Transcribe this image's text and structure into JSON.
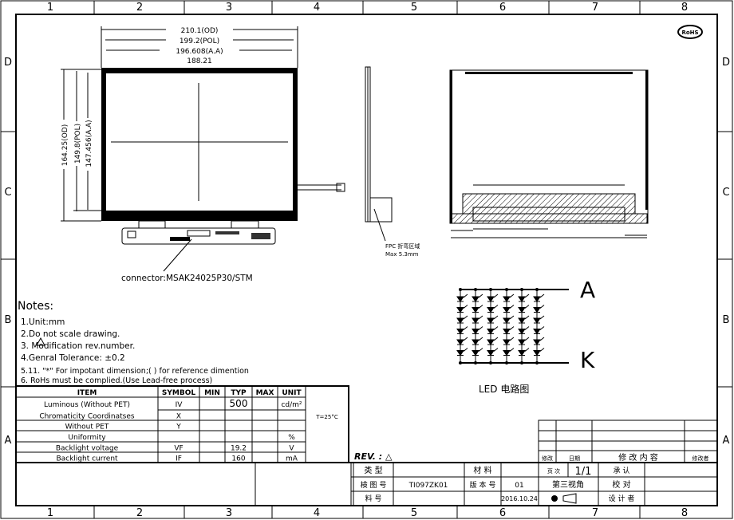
{
  "frame": {
    "columns": [
      "1",
      "2",
      "3",
      "4",
      "5",
      "6",
      "7",
      "8"
    ],
    "rows": [
      "D",
      "C",
      "B",
      "A"
    ]
  },
  "rohs_logo": "RoHS",
  "front_view": {
    "dims": {
      "width_od": "210.1(OD)",
      "width_pol": "199.2(POL)",
      "width_aa": "196.608(A.A)",
      "width_inner": "188.21",
      "height_od": "164.25(OD)",
      "height_pol": "149.8(POL)",
      "height_aa": "147.456(A.A)"
    },
    "connector_label": "connector:MSAK24025P30/STM"
  },
  "side_view": {
    "fpc_label_1": "FPC 折弯区域",
    "fpc_label_2": "Max 5.3mm"
  },
  "led_circuit": {
    "columns": 6,
    "leds_per_column": 6,
    "anode_label": "A",
    "cathode_label": "K",
    "caption": "LED 电路图"
  },
  "notes": {
    "title": "Notes:",
    "items": [
      "1.Unit:mm",
      "2.Do not scale drawing.",
      "3.       Modification rev.number.",
      "4.Genral Tolerance: ±0.2",
      "5.11. \"*\" For impotant dimension;( ) for reference dimention",
      "6. RoHs must be complied.(Use Lead-free process)"
    ]
  },
  "spec_table": {
    "headers": [
      "ITEM",
      "SYMBOL",
      "MIN",
      "TYP",
      "MAX",
      "UNIT"
    ],
    "condition": "T=25°C",
    "rows": [
      {
        "item": "Luminous (Without PET)",
        "symbol": "IV",
        "min": "",
        "typ": "500",
        "max": "",
        "unit": "cd/m²"
      },
      {
        "item": "Chromaticity Coordinatses",
        "symbol": "X",
        "min": "",
        "typ": "",
        "max": "",
        "unit": ""
      },
      {
        "item": "Without PET",
        "symbol": "Y",
        "min": "",
        "typ": "",
        "max": "",
        "unit": ""
      },
      {
        "item": "Uniformity",
        "symbol": "",
        "min": "",
        "typ": "",
        "max": "",
        "unit": "%"
      },
      {
        "item": "Backlight voltage",
        "symbol": "VF",
        "min": "",
        "typ": "19.2",
        "max": "",
        "unit": "V"
      },
      {
        "item": "Backlight current",
        "symbol": "IF",
        "min": "",
        "typ": "160",
        "max": "",
        "unit": "mA"
      }
    ]
  },
  "title_block": {
    "rev_label": "REV. : △",
    "type_label": "类 型",
    "material_label": "材 料",
    "drawing_no_label": "検 图 号",
    "drawing_no": "TI097ZK01",
    "version_label": "版 本 号",
    "version": "01",
    "part_no_label": "料 号",
    "date": "2016.10.24",
    "page_label": "页 次",
    "page": "1/1",
    "projection": "第三视角",
    "approve_label": "承 认",
    "check_label": "校 对",
    "designer_label": "设 计 者",
    "rev_headers": [
      "修改",
      "日期",
      "修 改 内 容",
      "修改者"
    ]
  }
}
